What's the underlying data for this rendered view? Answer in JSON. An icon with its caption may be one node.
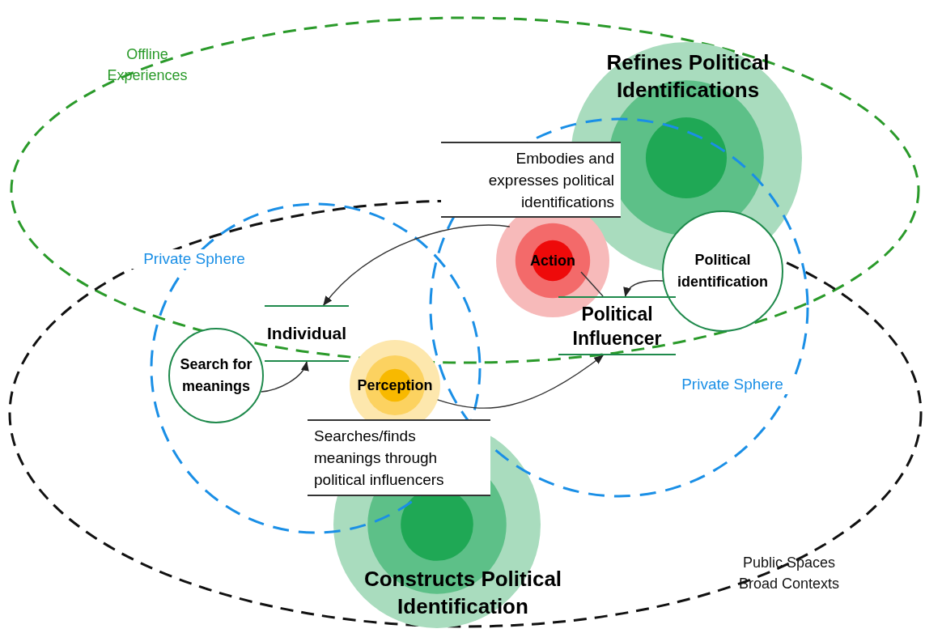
{
  "diagram": {
    "nodes": [
      {
        "text": [
          "Offline Experiences"
        ]
      },
      {
        "text": [
          "Public Spaces Broad Contexts"
        ]
      },
      {
        "text": [
          "Private Sphere"
        ]
      },
      {
        "text": [
          "Private Sphere"
        ]
      },
      {
        "text": [
          "Refines Political Identifications"
        ]
      },
      {
        "text": [
          "Constructs Political Identification"
        ]
      },
      {
        "text": [
          "Individual"
        ]
      },
      {
        "text": [
          "Search for meanings"
        ]
      },
      {
        "text": [
          "Perception"
        ]
      },
      {
        "text": [
          "Action"
        ]
      },
      {
        "text": [
          "Political identification"
        ]
      },
      {
        "text": [
          "Political Influencer"
        ]
      },
      {
        "text": [
          "Embodies and expresses political identifications"
        ]
      },
      {
        "text": [
          "Searches/finds meanings through political influencers"
        ]
      }
    ],
    "edges": [
      {
        "from": 9,
        "to": 6,
        "arrow": "to"
      },
      {
        "from": 10,
        "to": 11,
        "arrow": "to"
      },
      {
        "from": 7,
        "to": 6,
        "arrow": "to"
      },
      {
        "from": 8,
        "to": 11,
        "arrow": "to"
      },
      {
        "from": 9,
        "to": 11,
        "arrow": "none"
      }
    ]
  }
}
